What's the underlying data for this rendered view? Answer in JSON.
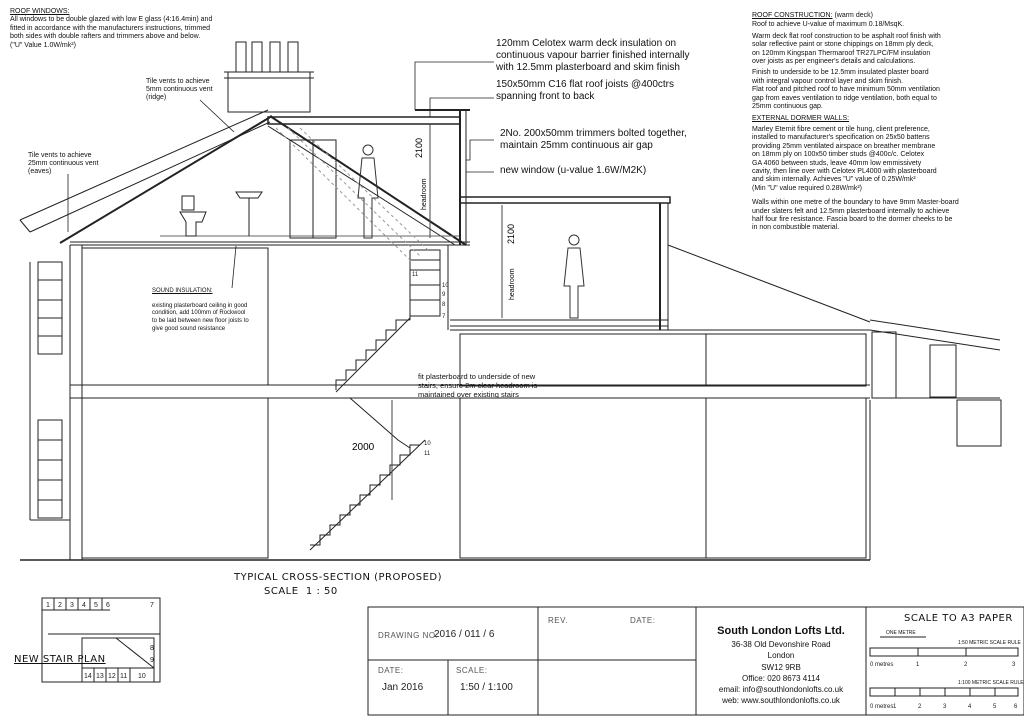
{
  "notes": {
    "roof_windows": {
      "heading": "ROOF WINDOWS:",
      "body": "All windows to be double glazed with low E glass (4:16.4min) and\nfitted in accordance with the manufacturers instructions, trimmed\nboth sides with double rafters and trimmers above and below.\n(\"U\" Value 1.0W/mk²)"
    },
    "roof_construction": {
      "heading": "ROOF CONSTRUCTION:",
      "heading_suffix": " (warm deck)",
      "paras": [
        "Roof to achieve U-value of maximum 0.18/MsqK.",
        "Warm deck flat roof construction to be asphalt roof finish with\nsolar reflective paint or stone chippings on 18mm ply deck,\non 120mm Kingspan Thermaroof TR27LPC/FM insulation\nover joists as per engineer's details and calculations.",
        "Finish to underside to be 12.5mm insulated plaster board\nwith integral vapour control layer and skim finish.\nFlat roof and pitched roof to have minimum 50mm ventilation\ngap from eaves ventilation to ridge ventilation, both equal to\n25mm continuous gap."
      ]
    },
    "external_dormer_walls": {
      "heading": "EXTERNAL DORMER WALLS:",
      "paras": [
        "Marley Eternit fibre cement or tile hung, client preference,\ninstalled to manufacturer's specification on 25x50 battens\nproviding 25mm ventilated airspace on breather membrane\non 18mm ply on 100x50 timber studs @400c/c. Celotex\nGA 4060 between studs, leave 40mm low emmissivety\ncavity, then line over with Celotex PL4000 with plasterboard\nand skim internally. Achieves \"U\" value of 0.25W/mk²\n(Min \"U\" value required 0.28W/mk²)",
        "Walls within one metre of the boundary to have 9mm Master-board\nunder slaters felt and 12.5mm plasterboard internally to achieve\nhalf four fire resistance. Fascia board to the dormer cheeks to be\nin non combustible material."
      ]
    },
    "tile_vents_ridge": "Tile vents to achieve\n5mm continuous vent\n(ridge)",
    "tile_vents_eaves": "Tile vents to achieve\n25mm continuous vent\n(eaves)",
    "sound_insulation": {
      "heading": "SOUND INSULATION:",
      "body": "existing plasterboard ceiling in good\ncondition, add 100mm of Rockwool\nto be laid between new floor joists to\ngive good sound resistance"
    },
    "celotex": "120mm Celotex warm deck insulation on\ncontinuous vapour barrier finished internally\nwith 12.5mm plasterboard and skim finish",
    "joists": "150x50mm C16 flat roof joists @400ctrs\nspanning front to back",
    "trimmers": "2No. 200x50mm trimmers bolted together,\nmaintain 25mm continuous air gap",
    "new_window": "new window (u-value 1.6W/M2K)",
    "plasterboard_stairs": "fit plasterboard to underside of new\nstairs, ensure 2m clear headroom is\nmaintained over existing stairs"
  },
  "dims": {
    "d2100a": "2100",
    "d2100b": "2100",
    "d2000": "2000",
    "headroom_a": "headroom",
    "headroom_b": "headroom"
  },
  "section_title": "TYPICAL CROSS-SECTION (PROPOSED)",
  "section_scale": "SCALE  1 : 50",
  "stair_plan": {
    "title": "NEW STAIR PLAN",
    "top_steps": [
      "1",
      "2",
      "3",
      "4",
      "5",
      "6"
    ],
    "top_last": "7",
    "right_steps": [
      "8",
      "9"
    ],
    "bottom_steps": [
      "14",
      "13",
      "12",
      "11",
      "10"
    ]
  },
  "section_steps": [
    "11",
    "10",
    "9",
    "8",
    "7"
  ],
  "section_steps_low": [
    "10",
    "11"
  ],
  "title_block": {
    "drawing_no_label": "DRAWING NO:",
    "drawing_no": "2016 / 011 / 6",
    "rev_label": "REV.",
    "date_label_top": "DATE:",
    "date_label": "DATE:",
    "date": "Jan 2016",
    "scale_label": "SCALE:",
    "scale": "1:50 / 1:100"
  },
  "company": {
    "name": "South London Lofts Ltd.",
    "address1": "36-38 Old Devonshire Road",
    "address2": "London",
    "postcode": "SW12 9RB",
    "office": "Office: 020 8673 4114",
    "email": "email: info@southlondonlofts.co.uk",
    "web": "web: www.southlondonlofts.co.uk"
  },
  "scale_box": {
    "title": "SCALE TO A3 PAPER",
    "one_metre": "ONE METRE",
    "rule_150": "1:50 METRIC SCALE RULE",
    "rule_1100": "1:100 METRIC SCALE RULE",
    "metres": "0 metres",
    "ticks150": [
      "1",
      "2",
      "3"
    ],
    "ticks1100": [
      "1",
      "2",
      "3",
      "4",
      "5",
      "6"
    ]
  }
}
